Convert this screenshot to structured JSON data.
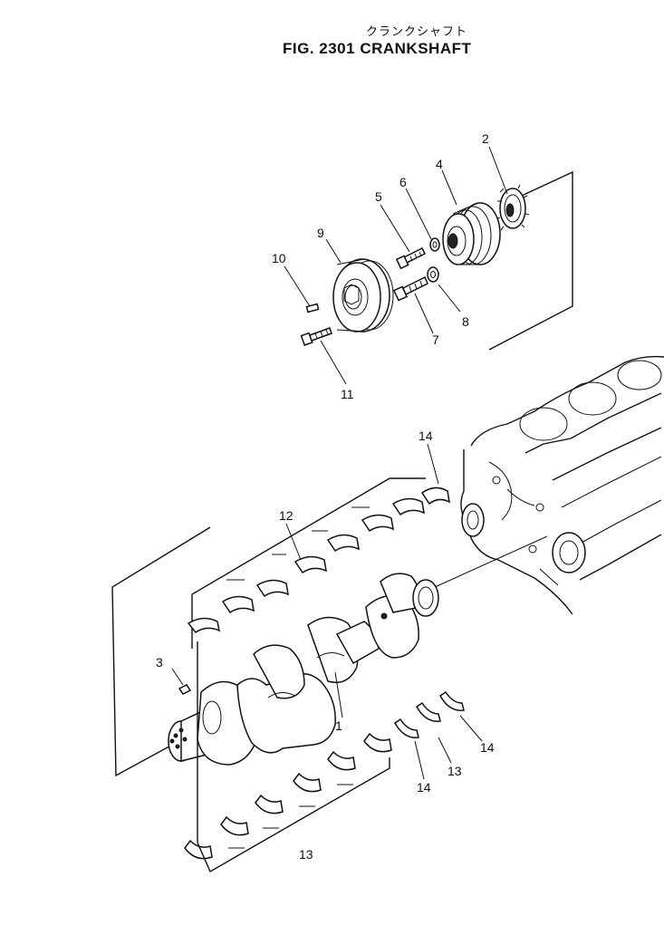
{
  "title": {
    "japanese": "クランクシャフト",
    "main": "FIG. 2301   CRANKSHAFT"
  },
  "callouts": {
    "c1": "1",
    "c2": "2",
    "c3": "3",
    "c4": "4",
    "c5": "5",
    "c6": "6",
    "c7": "7",
    "c8": "8",
    "c9": "9",
    "c10": "10",
    "c11": "11",
    "c12": "12",
    "c13a": "13",
    "c13b": "13",
    "c14a": "14",
    "c14b": "14",
    "c14c": "14"
  }
}
